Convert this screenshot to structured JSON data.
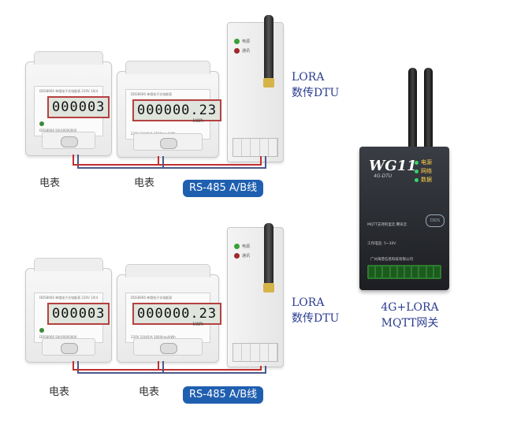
{
  "group_top": {
    "meter_left": {
      "reading": "000003",
      "spec": "DDS8666  单相电子式电能表  220V 10(40)A 1600imp/kWh 50Hz",
      "foot": "DDS8666  SN:00000000"
    },
    "meter_right": {
      "reading": "000000.23",
      "unit": "kWh",
      "spec": "DDS8666  单相电子式电能表",
      "foot": "220V 10(40)A 1600imp/kWh"
    },
    "label_left": "电表",
    "label_right": "电表",
    "rs_badge": "RS-485 A/B线",
    "dtu": {
      "led1": "电源",
      "led2": "通讯"
    },
    "dtu_caption": [
      "LORA",
      "数传DTU"
    ]
  },
  "group_bottom": {
    "meter_left": {
      "reading": "000003",
      "spec": "DDS8666  单相电子式电能表  220V 10(40)A 1600imp/kWh 50Hz",
      "foot": "DDS8666  SN:00000000"
    },
    "meter_right": {
      "reading": "000000.23",
      "unit": "kWh",
      "spec": "DDS8666  单相电子式电能表",
      "foot": "220V 10(40)A 1600imp/kWh"
    },
    "label_left": "电表",
    "label_right": "电表",
    "rs_badge": "RS-485 A/B线",
    "dtu": {
      "led1": "电源",
      "led2": "通讯"
    },
    "dtu_caption": [
      "LORA",
      "数传DTU"
    ]
  },
  "gateway": {
    "model": "WG11",
    "subtitle": "4G-DTU",
    "indicators": [
      "电源",
      "网络",
      "数据"
    ],
    "line1": "MQTT支持阿里云 腾讯云",
    "line2": "工作电压: 5~30V",
    "company": "广州海普信息科技有限公司",
    "badge": "DIDS",
    "caption": [
      "4G+LORA",
      "MQTT网关"
    ]
  },
  "colors": {
    "caption": "#2a3c8f",
    "badge_bg": "#1f5fb0",
    "wire_red": "#c03030",
    "wire_dark": "#4a5a8a"
  }
}
